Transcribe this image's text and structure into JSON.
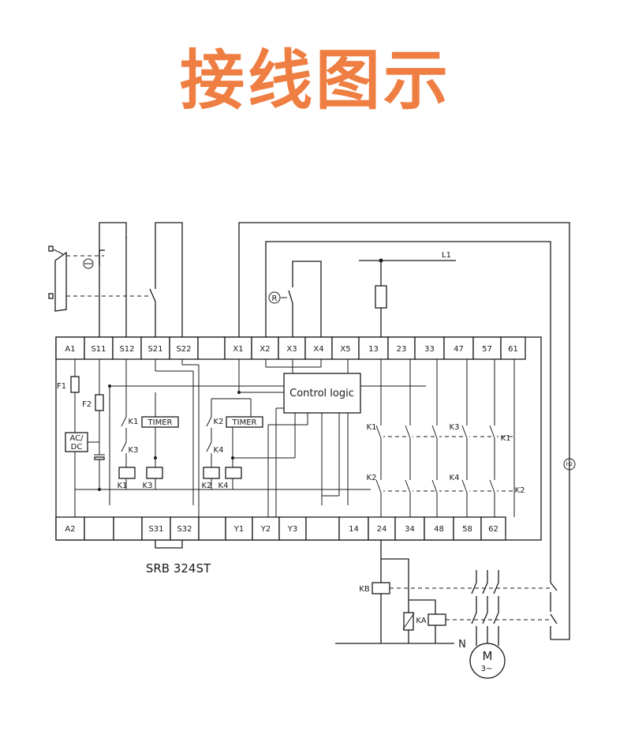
{
  "title": "接线图示",
  "title_color": "#ef7e43",
  "device_model": "SRB 324ST",
  "terminals_top": [
    "A1",
    "S11",
    "S12",
    "S21",
    "S22",
    "",
    "X1",
    "X2",
    "X3",
    "X4",
    "X5",
    "13",
    "23",
    "33",
    "47",
    "57",
    "61"
  ],
  "terminals_bottom": [
    "A2",
    "",
    "",
    "S31",
    "S32",
    "",
    "Y1",
    "Y2",
    "Y3",
    "",
    "14",
    "24",
    "34",
    "48",
    "58",
    "62"
  ],
  "blocks": {
    "control_logic": "Control logic",
    "timer": "TIMER",
    "power": "AC/\nDC"
  },
  "component_labels": {
    "fuse1": "F1",
    "fuse2": "F2",
    "k1": "K1",
    "k2": "K2",
    "k3": "K3",
    "k4": "K4",
    "kb": "KB",
    "ka": "KA",
    "line": "L1",
    "neutral": "N",
    "reset": "R",
    "h2": "H2",
    "motor": "M",
    "motor_phase": "3~"
  }
}
